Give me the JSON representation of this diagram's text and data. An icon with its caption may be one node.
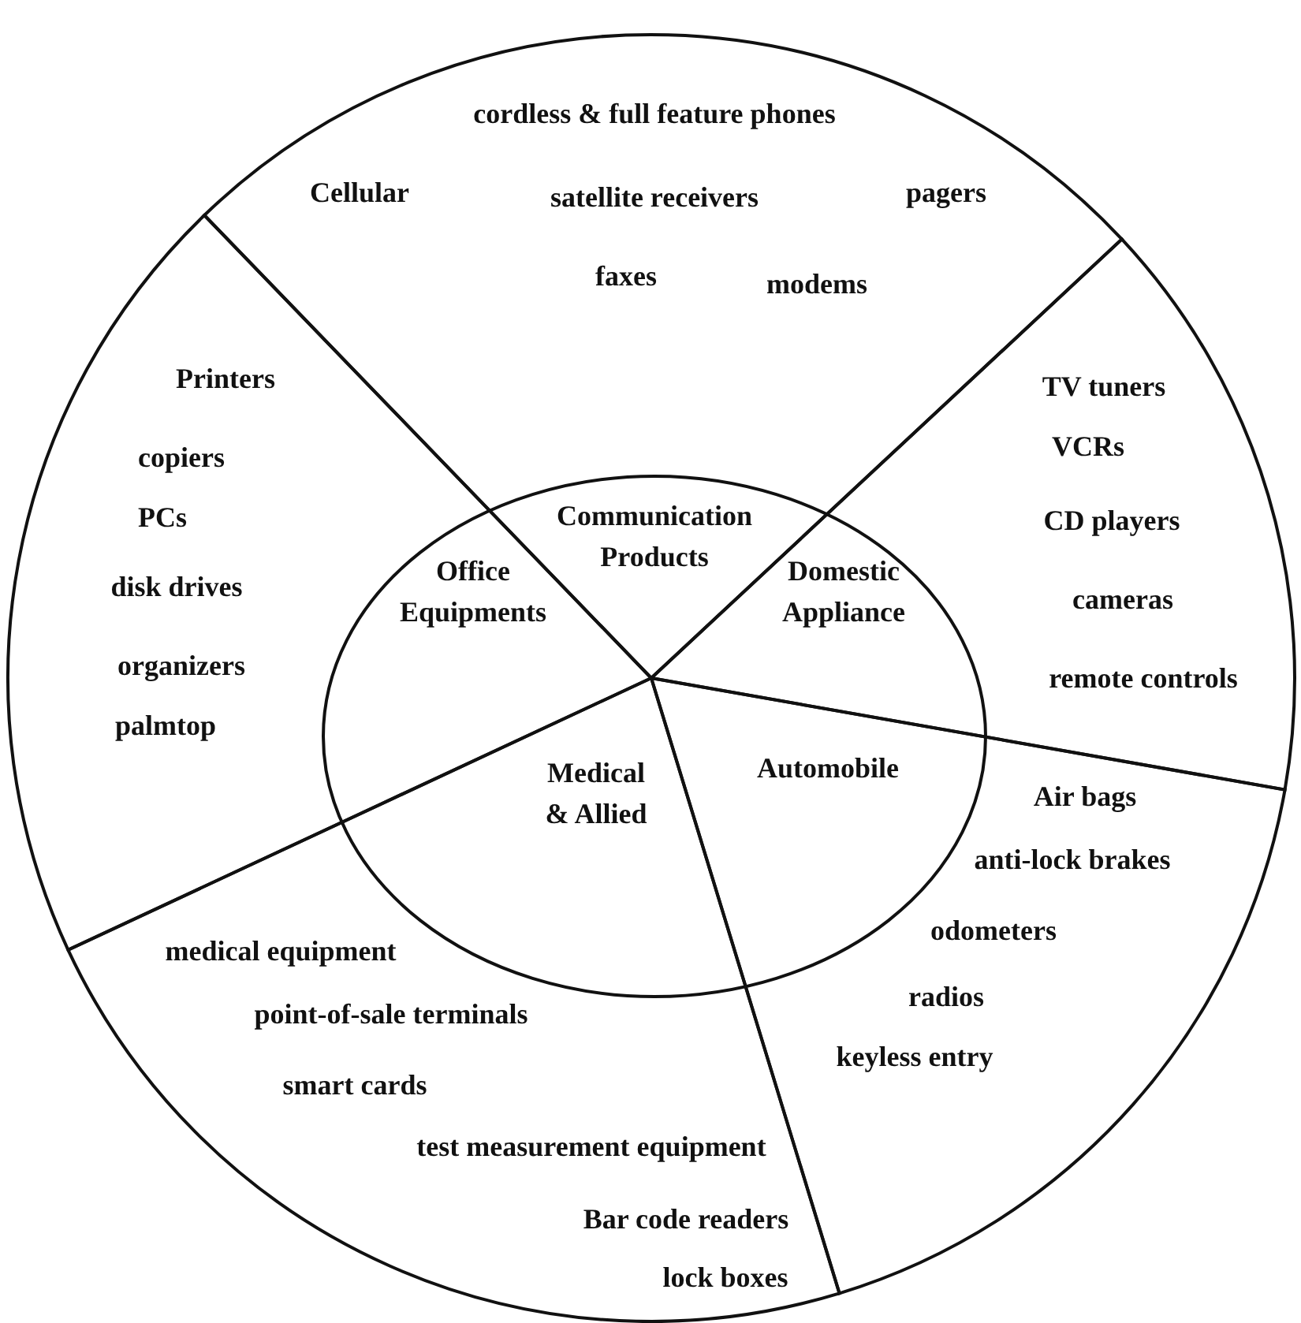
{
  "diagram": {
    "nodes": [
      {
        "text": [
          "cordless & full feature phones",
          "Cellular",
          "satellite receivers",
          "pagers",
          "faxes",
          "modems",
          "Communication Products"
        ]
      },
      {
        "text": [
          "TV tuners",
          "VCRs",
          "Domestic Appliance",
          "CD players",
          "cameras",
          "remote controls"
        ]
      },
      {
        "text": [
          "Automobile",
          "Air bags",
          "anti-lock brakes",
          "odometers",
          "radios",
          "keyless entry"
        ]
      },
      {
        "text": [
          "Medical & Allied",
          "medical equipment",
          "point-of-sale terminals",
          "smart cards",
          "test measurement equipment",
          "Bar code readers",
          "lock boxes"
        ]
      },
      {
        "text": [
          "Printers",
          "copiers",
          "PCs",
          "disk drives",
          "Office Equipments",
          "organizers",
          "palmtop"
        ]
      }
    ]
  }
}
